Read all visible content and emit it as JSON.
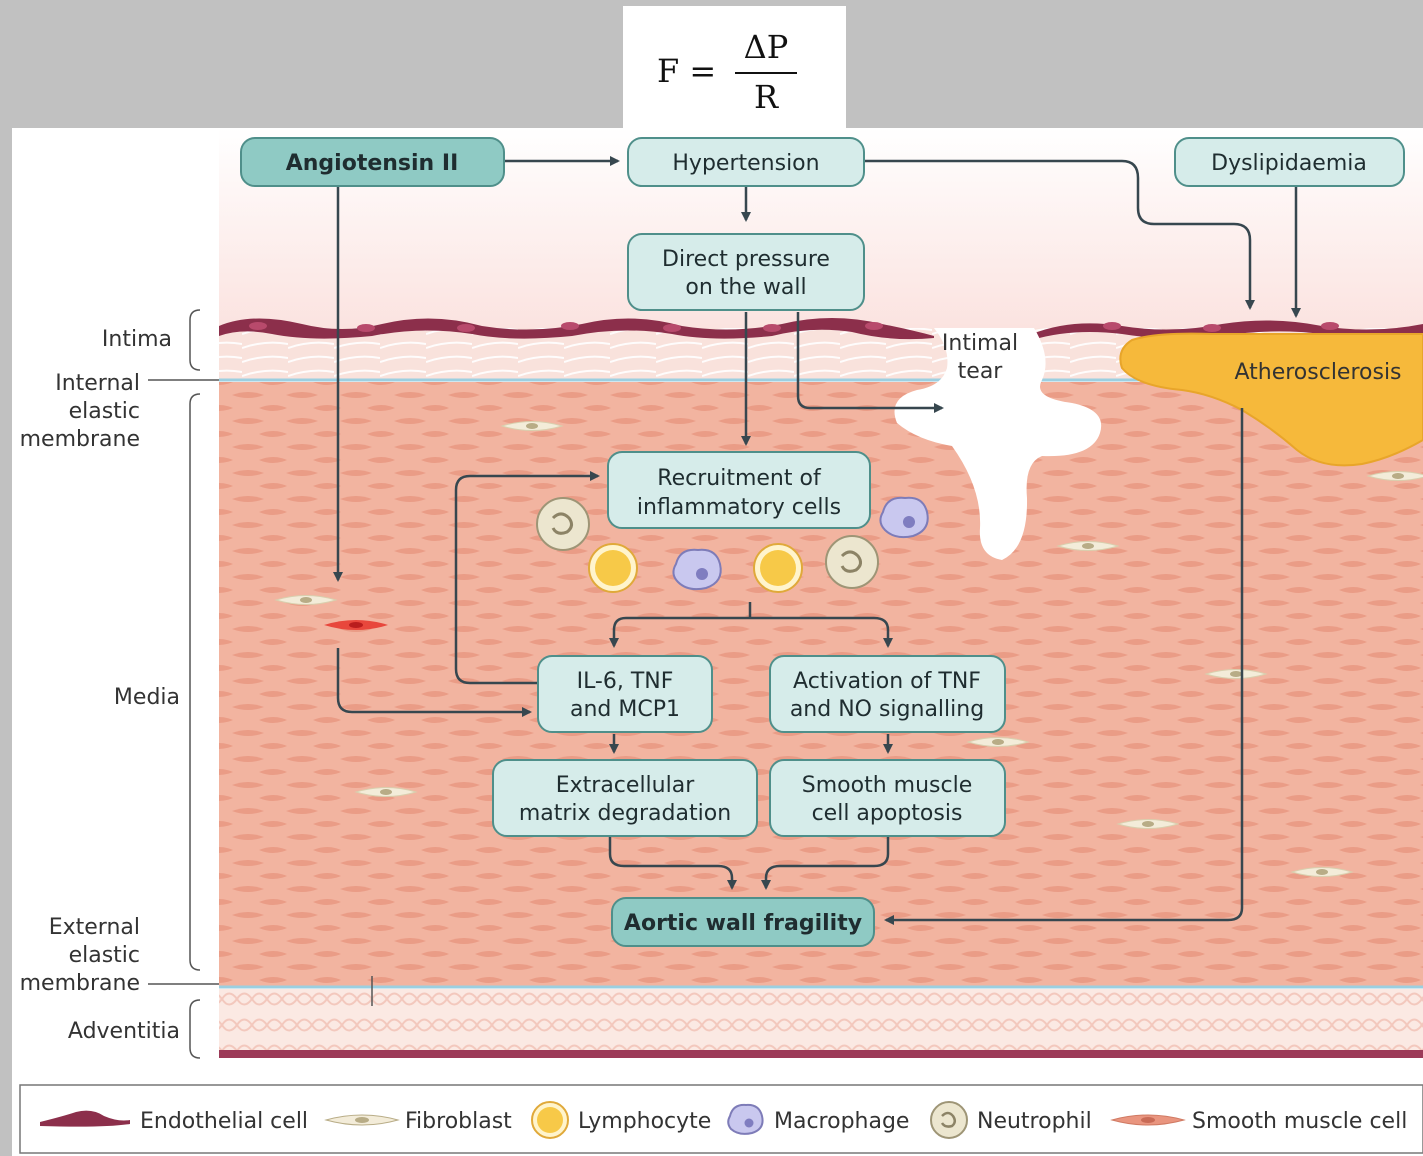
{
  "formula": {
    "lhs": "F =",
    "numerator": "ΔP",
    "denominator": "R"
  },
  "boxes": {
    "angiotensin": "Angiotensin II",
    "hypertension": "Hypertension",
    "dyslipidaemia": "Dyslipidaemia",
    "direct_pressure": [
      "Direct pressure",
      "on the wall"
    ],
    "recruitment": [
      "Recruitment of",
      "inflammatory cells"
    ],
    "il6": [
      "IL-6, TNF",
      "and MCP1"
    ],
    "activation": [
      "Activation of TNF",
      "and NO signalling"
    ],
    "ecm": [
      "Extracellular",
      "matrix degradation"
    ],
    "smc_apoptosis": [
      "Smooth muscle",
      "cell apoptosis"
    ],
    "fragility": "Aortic wall fragility"
  },
  "labels": {
    "intimal_tear": [
      "Intimal",
      "tear"
    ],
    "atherosclerosis": "Atherosclerosis"
  },
  "layers": {
    "intima": "Intima",
    "internal_elastic": [
      "Internal",
      "elastic",
      "membrane"
    ],
    "media": "Media",
    "external_elastic": [
      "External",
      "elastic",
      "membrane"
    ],
    "adventitia": "Adventitia"
  },
  "legend": [
    {
      "label": "Endothelial cell",
      "icon": "endothelial-cell-icon"
    },
    {
      "label": "Fibroblast",
      "icon": "fibroblast-icon"
    },
    {
      "label": "Lymphocyte",
      "icon": "lymphocyte-icon"
    },
    {
      "label": "Macrophage",
      "icon": "macrophage-icon"
    },
    {
      "label": "Neutrophil",
      "icon": "neutrophil-icon"
    },
    {
      "label": "Smooth muscle cell",
      "icon": "smooth-muscle-cell-icon"
    }
  ],
  "colors": {
    "box_fill": "#d6ecea",
    "box_fill_dark": "#8fcac4",
    "box_stroke": "#4f8f8a",
    "arrow": "#37474f",
    "media": "#f2b4a0",
    "smooth_muscle": "#e9957f",
    "endothelial": "#8c2f4b",
    "atherosclerosis": "#f6b93b",
    "lymphocyte": "#f7c948",
    "macrophage": "#b9b8e6",
    "neutrophil": "#e6e0c8"
  }
}
